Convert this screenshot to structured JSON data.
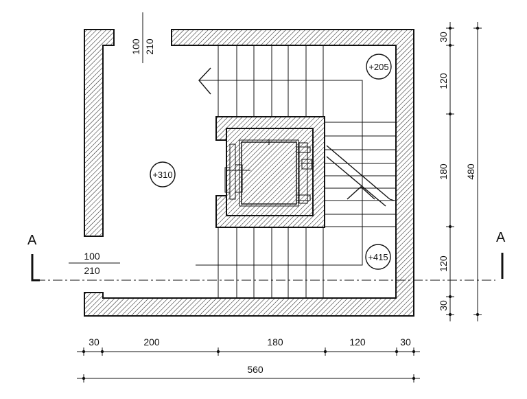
{
  "section_labels": {
    "left": "A",
    "right": "A"
  },
  "levels": [
    "+205",
    "+310",
    "+415"
  ],
  "doors": {
    "top": {
      "width": "100",
      "height": "210"
    },
    "bottom": {
      "width": "100",
      "height": "210"
    }
  },
  "dims_horizontal": [
    "30",
    "200",
    "180",
    "120",
    "30"
  ],
  "dim_total_horizontal": "560",
  "dims_vertical": [
    "30",
    "120",
    "180",
    "120",
    "30"
  ],
  "dim_total_vertical": "480"
}
